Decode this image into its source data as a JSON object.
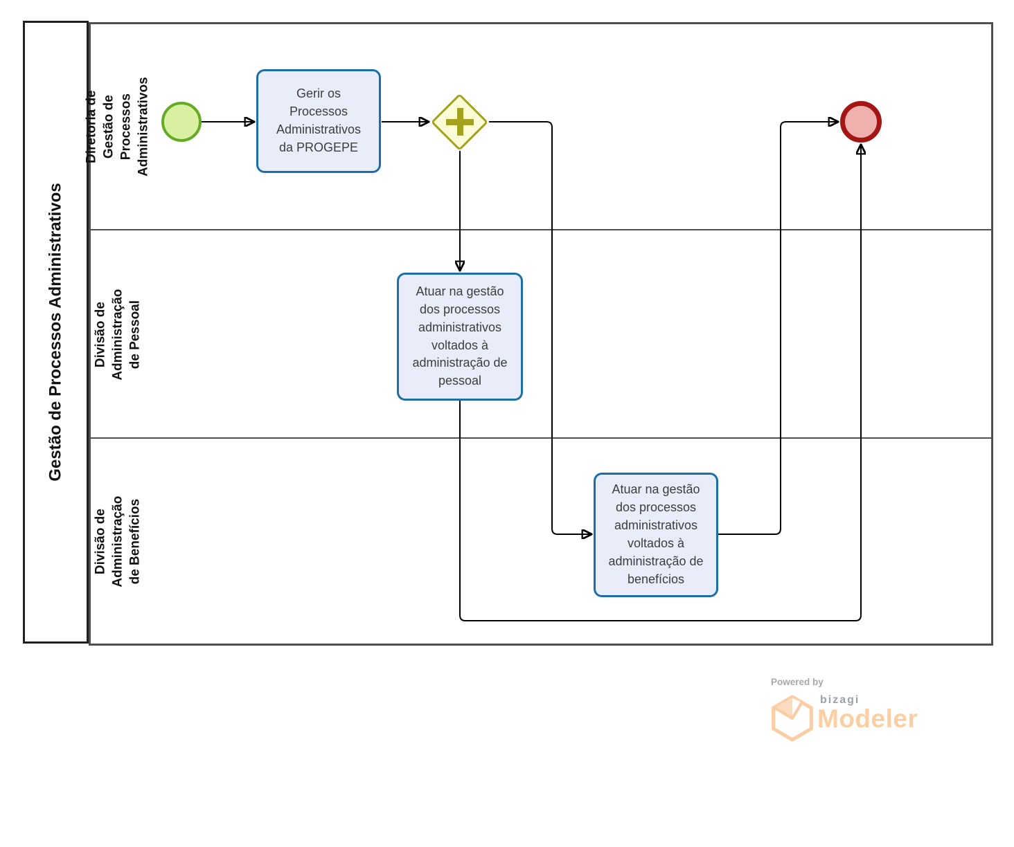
{
  "pool": {
    "title": "Gestão de Processos Administrativos",
    "lanes": [
      {
        "label": "Diretoria de Gestão de Processos Administrativos"
      },
      {
        "label": "Divisão de Administração de Pessoal"
      },
      {
        "label": "Divisão de Administração de Benefícios"
      }
    ]
  },
  "diagram": {
    "start_event": {
      "type": "start-event"
    },
    "gateway": {
      "type": "parallel-gateway"
    },
    "end_event": {
      "type": "end-event"
    },
    "tasks": [
      {
        "label": "Gerir os Processos Administrativos da PROGEPE"
      },
      {
        "label": "Atuar na gestão dos processos administrativos voltados à administração de pessoal"
      },
      {
        "label": "Atuar na gestão dos processos administrativos voltados à administração de benefícios"
      }
    ]
  },
  "colors": {
    "task_border": "#1c6ea4",
    "task_fill": "#e9edfa",
    "start_border": "#63ab22",
    "start_fill": "#d9efa2",
    "end_border": "#a21613",
    "end_fill": "#f0b1ae",
    "gateway_border": "#a3a21f",
    "gateway_fill": "#fbfbd6",
    "pool_border": "#4f4f4f",
    "connector": "#000000",
    "logo_peach": "#fccfa3",
    "logo_gray": "#9ba1a8"
  },
  "footer": {
    "powered_by": "Powered by",
    "brand": "bizagi",
    "product": "Modeler"
  }
}
